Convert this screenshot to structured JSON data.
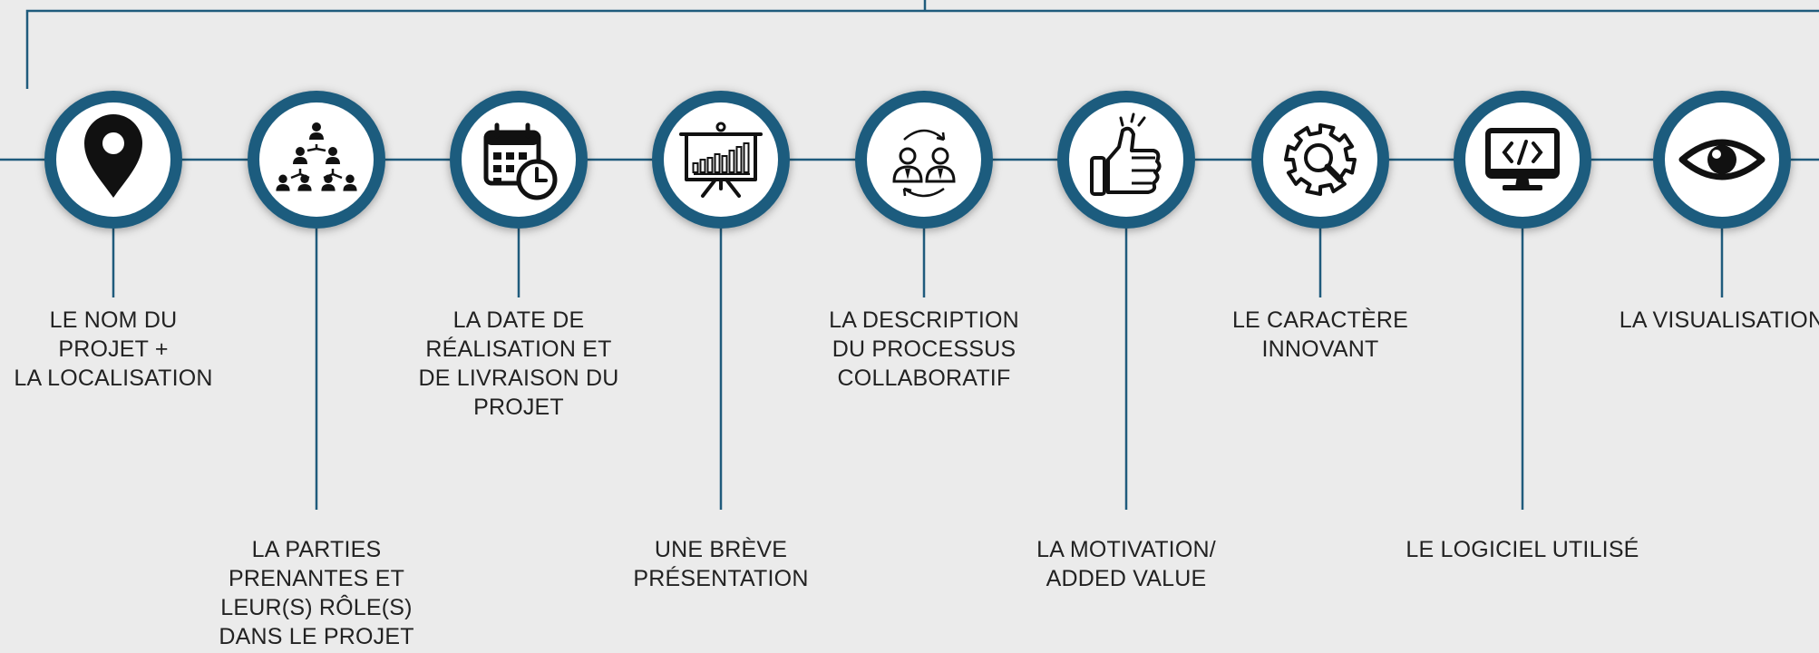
{
  "colors": {
    "line": "#1f5b7c",
    "ring": "#1d5c7e",
    "inner": "#ffffff",
    "icon": "#111111",
    "background": "#ebebeb",
    "text": "#222222"
  },
  "steps": [
    {
      "id": "nom-localisation",
      "icon": "location-pin-icon",
      "label": "LE NOM DU\nPROJET +\nLA LOCALISATION",
      "position": "top"
    },
    {
      "id": "parties-prenantes",
      "icon": "organization-chart-icon",
      "label": "LA PARTIES\nPRENANTES ET\nLEUR(S) RÔLE(S)\nDANS LE PROJET",
      "position": "bottom"
    },
    {
      "id": "date-realisation",
      "icon": "calendar-clock-icon",
      "label": "LA DATE DE\nRÉALISATION ET\nDE LIVRAISON DU\nPROJET",
      "position": "top"
    },
    {
      "id": "breve-presentation",
      "icon": "presentation-board-icon",
      "label": "UNE BRÈVE\nPRÉSENTATION",
      "position": "bottom"
    },
    {
      "id": "processus-collaboratif",
      "icon": "collaboration-icon",
      "label": "LA DESCRIPTION\nDU PROCESSUS\nCOLLABORATIF",
      "position": "top"
    },
    {
      "id": "motivation",
      "icon": "thumbs-up-icon",
      "label": "LA MOTIVATION/\nADDED VALUE",
      "position": "bottom"
    },
    {
      "id": "caractere-innovant",
      "icon": "gear-search-icon",
      "label": "LE CARACTÈRE\nINNOVANT",
      "position": "top"
    },
    {
      "id": "logiciel-utilise",
      "icon": "code-monitor-icon",
      "label": "LE LOGICIEL UTILISÉ",
      "position": "bottom"
    },
    {
      "id": "visualisation",
      "icon": "eye-icon",
      "label": "LA VISUALISATION",
      "position": "top"
    }
  ]
}
